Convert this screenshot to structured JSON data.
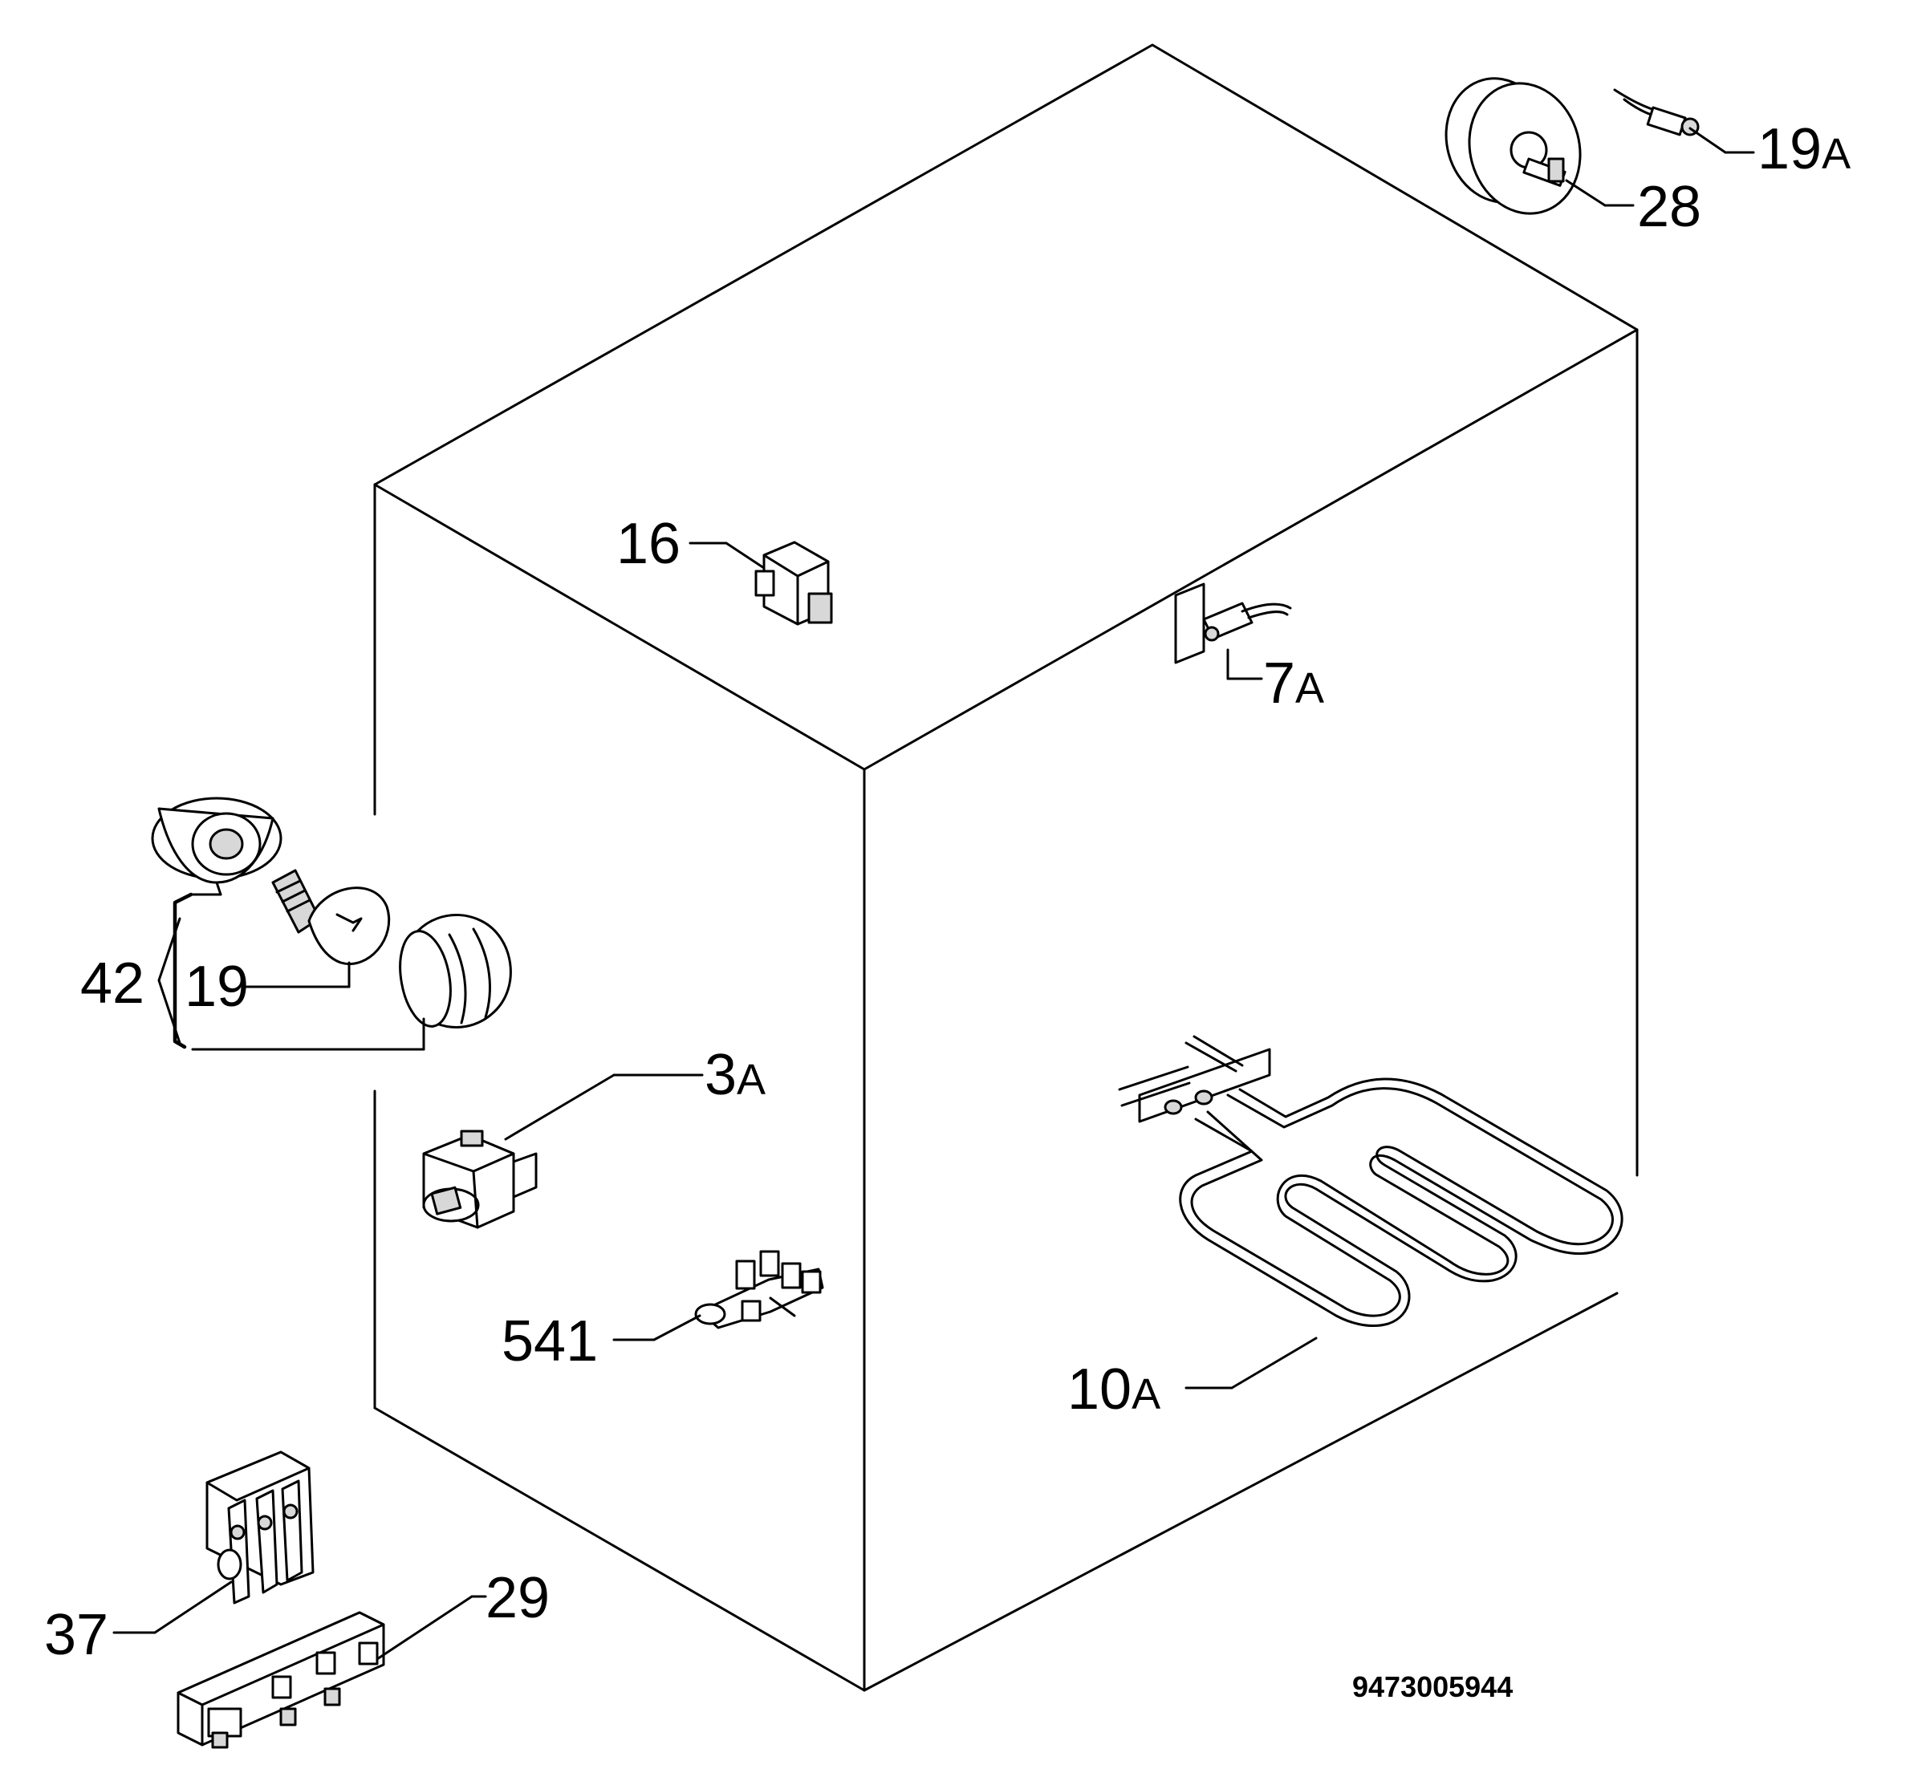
{
  "diagram": {
    "reference_code": "9473005944",
    "callouts": {
      "c19A": {
        "num": "19",
        "suffix": "A"
      },
      "c28": {
        "num": "28",
        "suffix": ""
      },
      "c16": {
        "num": "16",
        "suffix": ""
      },
      "c7A": {
        "num": "7",
        "suffix": "A"
      },
      "c42": {
        "num": "42",
        "suffix": ""
      },
      "c19": {
        "num": "19",
        "suffix": ""
      },
      "c3A": {
        "num": "3",
        "suffix": "A"
      },
      "c541": {
        "num": "541",
        "suffix": ""
      },
      "c10A": {
        "num": "10",
        "suffix": "A"
      },
      "c37": {
        "num": "37",
        "suffix": ""
      },
      "c29": {
        "num": "29",
        "suffix": ""
      }
    }
  }
}
